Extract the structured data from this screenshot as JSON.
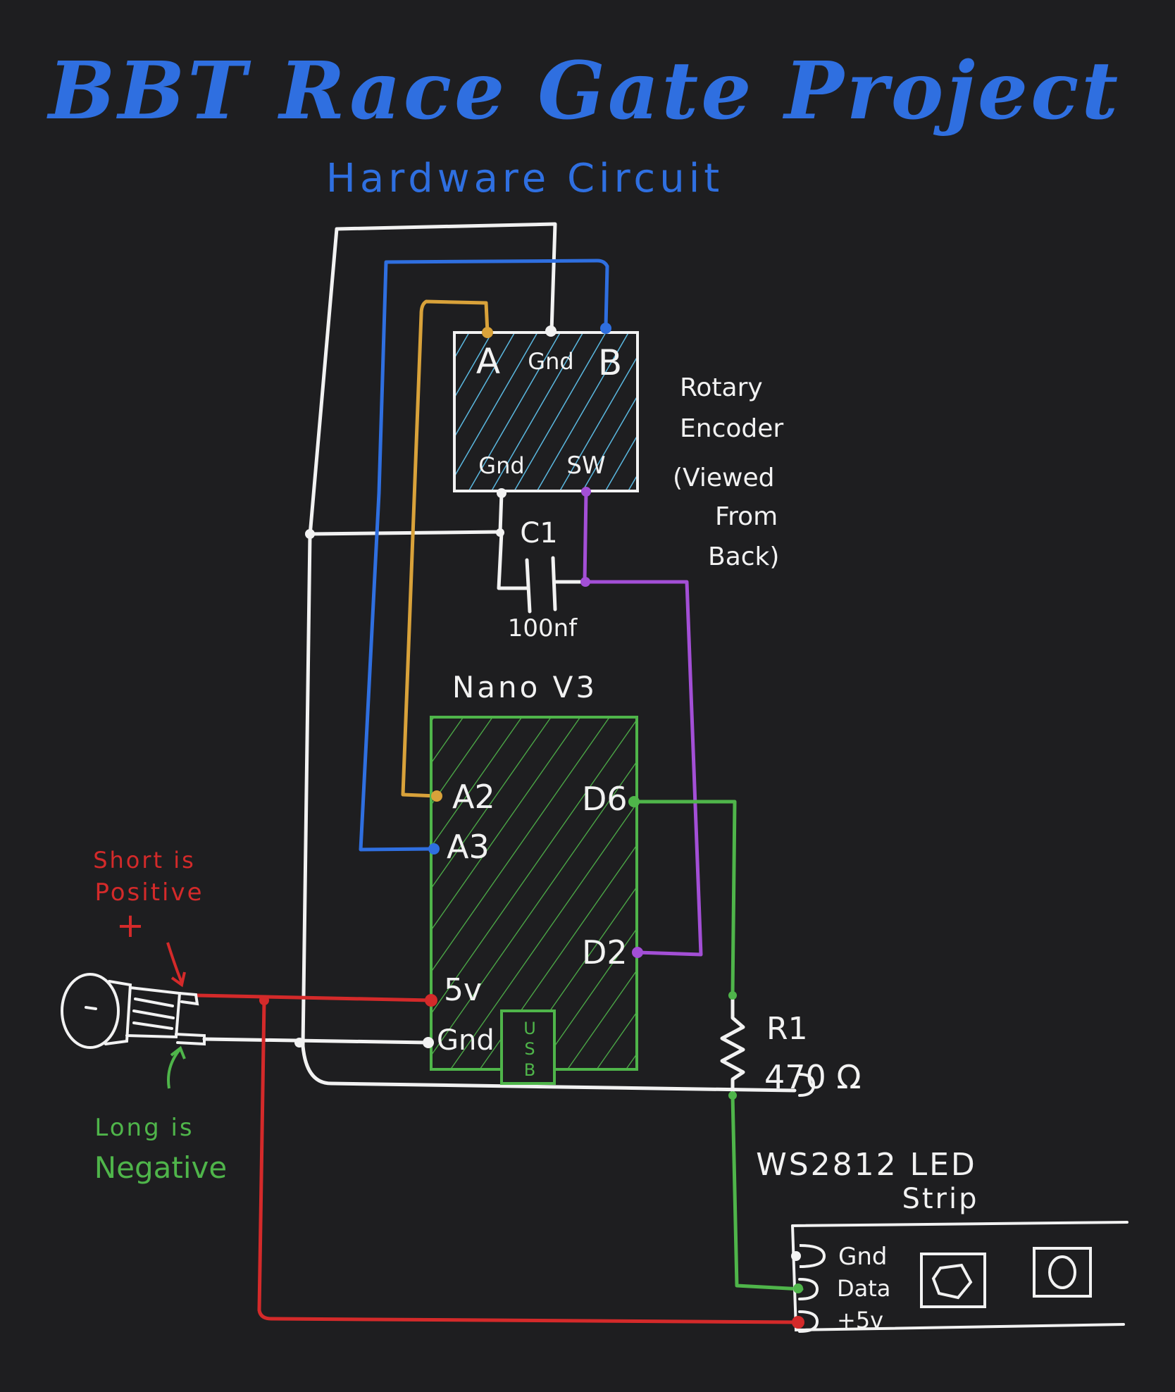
{
  "title": "BBT Race Gate Project",
  "subtitle": "Hardware Circuit",
  "colors": {
    "background": "#1e1e20",
    "title": "#2f6fe0",
    "white": "#f2f2f2",
    "blue": "#2f6fe0",
    "gold": "#d9a23a",
    "purple": "#a34fd6",
    "green": "#4fb54a",
    "red": "#d42a2a",
    "encoder_hatch": "#5ab8e0"
  },
  "encoder": {
    "pin_a": "A",
    "pin_gnd_top": "Gnd",
    "pin_b": "B",
    "pin_gnd_bottom": "Gnd",
    "pin_sw": "SW",
    "label_line1": "Rotary",
    "label_line2": "Encoder",
    "label_line3": "(Viewed",
    "label_line4": "From",
    "label_line5": "Back)"
  },
  "capacitor": {
    "name": "C1",
    "value": "100nf"
  },
  "nano": {
    "label": "Nano V3",
    "pin_a2": "A2",
    "pin_a3": "A3",
    "pin_d6": "D6",
    "pin_d2": "D2",
    "pin_5v": "5v",
    "pin_gnd": "Gnd",
    "usb": [
      "U",
      "S",
      "B"
    ]
  },
  "resistor": {
    "name": "R1",
    "value": "470 Ω"
  },
  "led_strip": {
    "label_line1": "WS2812 LED",
    "label_line2": "Strip",
    "pin_gnd": "Gnd",
    "pin_data": "Data",
    "pin_5v": "+5v"
  },
  "jack": {
    "short_line1": "Short is",
    "short_line2": "Positive",
    "plus": "+",
    "long_line1": "Long is",
    "long_line2": "Negative"
  }
}
